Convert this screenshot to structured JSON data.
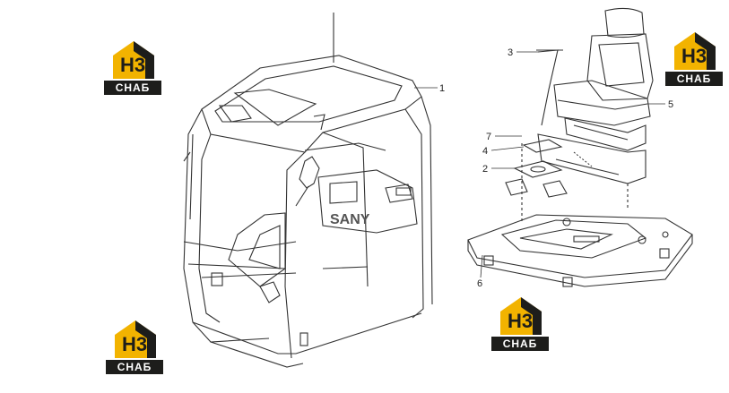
{
  "logo": {
    "brand_big": "H3",
    "brand_small": "СНАБ",
    "accent": "#f2b300",
    "dark": "#1d1d1b"
  },
  "callouts": [
    "1",
    "2",
    "3",
    "4",
    "5",
    "6",
    "7"
  ]
}
